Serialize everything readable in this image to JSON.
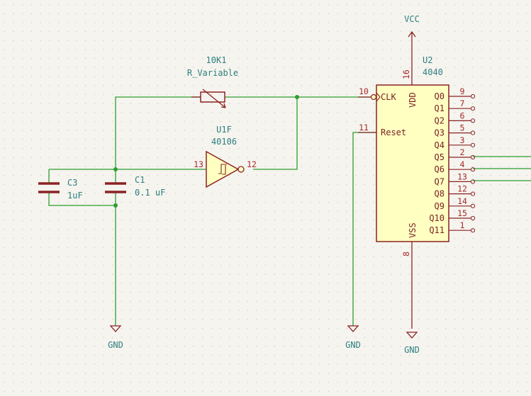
{
  "colors": {
    "background": "#f5f4ef",
    "grid": "#c9c9c4",
    "wire": "#2f9e2f",
    "component": "#8b2323",
    "ic_fill": "#ffffc2",
    "text": "#2f7f7f",
    "pin_number": "#a52a2a"
  },
  "power": {
    "vcc": "VCC",
    "gnd_left": "GND",
    "gnd_mid": "GND",
    "gnd_right": "GND"
  },
  "resistor": {
    "ref": "10K1",
    "value": "R_Variable"
  },
  "inverter": {
    "ref": "U1F",
    "value": "40106",
    "pin_in": "13",
    "pin_out": "12"
  },
  "cap_c3": {
    "ref": "C3",
    "value": "1uF"
  },
  "cap_c1": {
    "ref": "C1",
    "value": "0.1 uF"
  },
  "ic": {
    "ref": "U2",
    "value": "4040",
    "vdd": {
      "name": "VDD",
      "pin": "16"
    },
    "vss": {
      "name": "VSS",
      "pin": "8"
    },
    "clk": {
      "name": "CLK",
      "pin": "10"
    },
    "reset": {
      "name": "Reset",
      "pin": "11"
    },
    "outputs": [
      {
        "name": "Q0",
        "pin": "9"
      },
      {
        "name": "Q1",
        "pin": "7"
      },
      {
        "name": "Q2",
        "pin": "6"
      },
      {
        "name": "Q3",
        "pin": "5"
      },
      {
        "name": "Q4",
        "pin": "3"
      },
      {
        "name": "Q5",
        "pin": "2"
      },
      {
        "name": "Q6",
        "pin": "4"
      },
      {
        "name": "Q7",
        "pin": "13"
      },
      {
        "name": "Q8",
        "pin": "12"
      },
      {
        "name": "Q9",
        "pin": "14"
      },
      {
        "name": "Q10",
        "pin": "15"
      },
      {
        "name": "Q11",
        "pin": "1"
      }
    ]
  }
}
